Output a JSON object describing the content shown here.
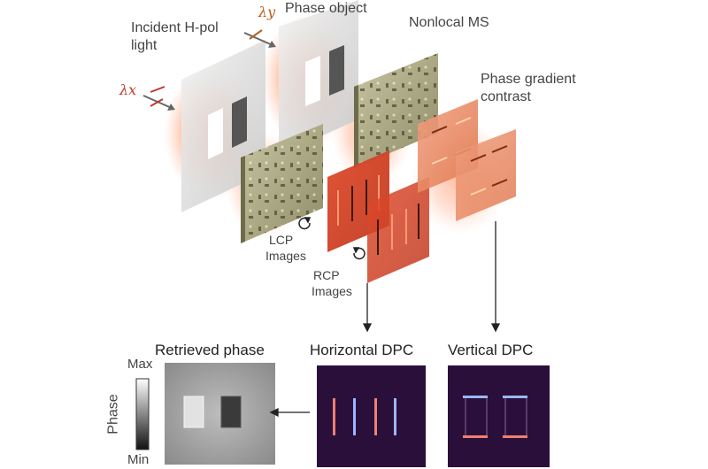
{
  "labels": {
    "incident": [
      "Incident H-pol",
      "light"
    ],
    "lambda_x": "λx",
    "lambda_y": "λy",
    "phase_object": "Phase object",
    "nonlocal_ms": "Nonlocal MS",
    "phase_gradient": [
      "Phase gradient",
      "contrast"
    ],
    "lcp": [
      "LCP",
      "Images"
    ],
    "rcp": [
      "RCP",
      "Images"
    ],
    "retrieved_phase": "Retrieved phase",
    "horizontal_dpc": "Horizontal DPC",
    "vertical_dpc": "Vertical DPC",
    "colorbar_axis": "Phase",
    "colorbar_max": "Max",
    "colorbar_min": "Min"
  },
  "colors": {
    "lambda_x": "#c0392b",
    "lambda_y": "#b8601a",
    "beam": "#ff6a2a",
    "metasurface": "#9a9a70",
    "red_panel": "#d9472b",
    "dpc_bg": "#2a0f3a"
  }
}
